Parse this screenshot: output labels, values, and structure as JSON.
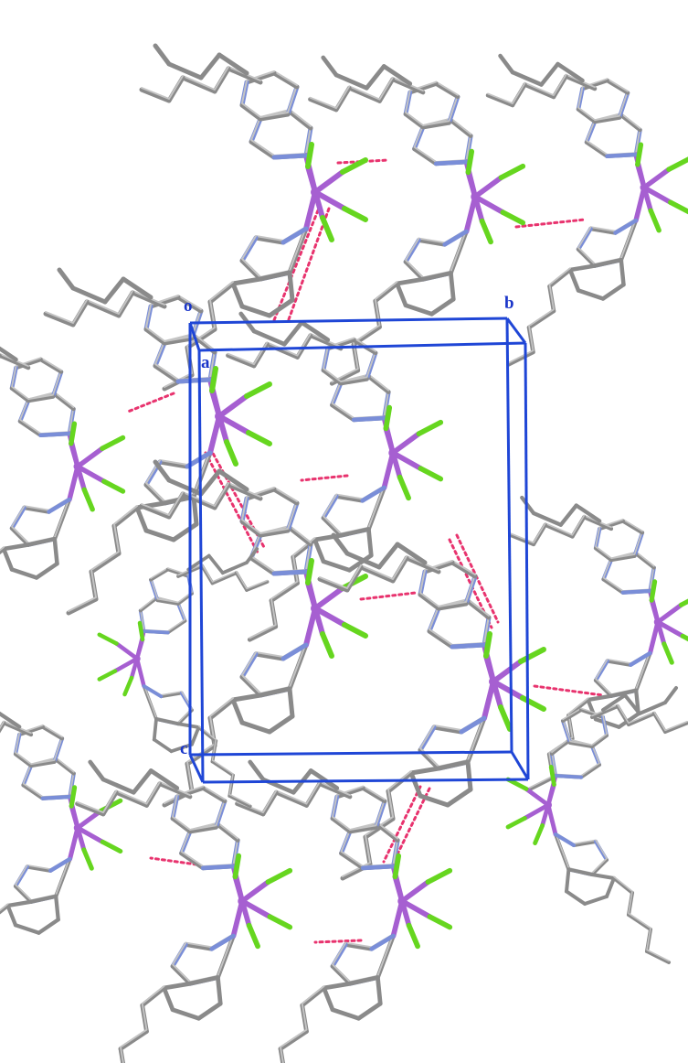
{
  "colors": {
    "carbon": "#8a8a8a",
    "carbon_highlight": "#c4c4c4",
    "nitrogen": "#7a8ed8",
    "metal": "#a65fd1",
    "halide": "#66d61f",
    "hydrogen_bond": "#e8336e",
    "unit_cell": "#1f46d6",
    "background": "#ffffff"
  },
  "unit_cell": {
    "labels": {
      "origin": "o",
      "a": "a",
      "b": "b",
      "c": "c"
    }
  },
  "legend_note": "",
  "molecule_count": 14
}
